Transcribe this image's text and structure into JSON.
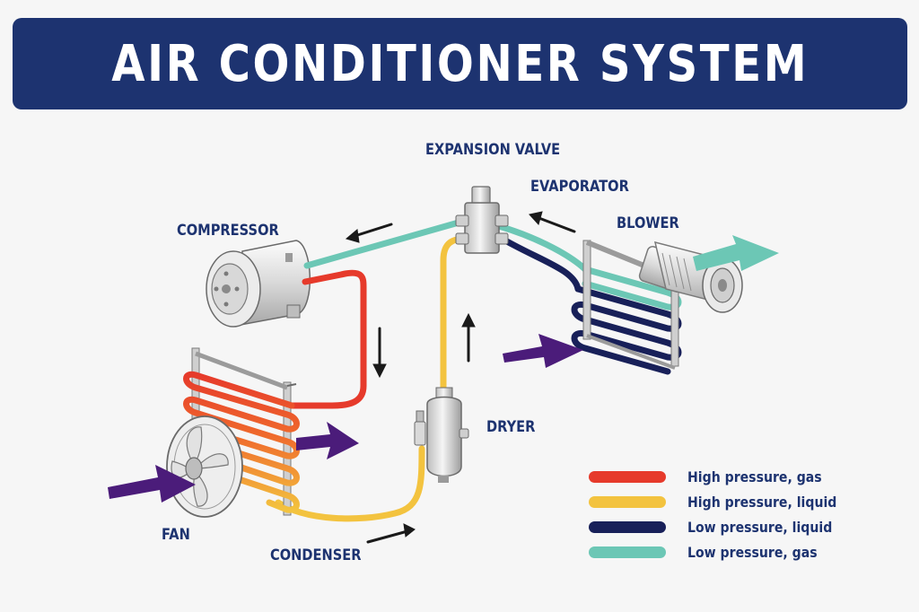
{
  "title": "AIR CONDITIONER SYSTEM",
  "labels": {
    "expansion_valve": "EXPANSION VALVE",
    "evaporator": "EVAPORATOR",
    "compressor": "COMPRESSOR",
    "blower": "BLOWER",
    "dryer": "DRYER",
    "fan": "FAN",
    "condenser": "CONDENSER"
  },
  "legend": [
    {
      "label": "High pressure, gas",
      "color": "#e63a2b"
    },
    {
      "label": "High pressure, liquid",
      "color": "#f3c33f"
    },
    {
      "label": "Low pressure, liquid",
      "color": "#182059"
    },
    {
      "label": "Low pressure, gas",
      "color": "#6cc7b5"
    }
  ],
  "colors": {
    "title_bg": "#1d3370",
    "airflow_in": "#4b1c7a",
    "airflow_out": "#6cc7b5",
    "arrow": "#1a1a1a"
  }
}
